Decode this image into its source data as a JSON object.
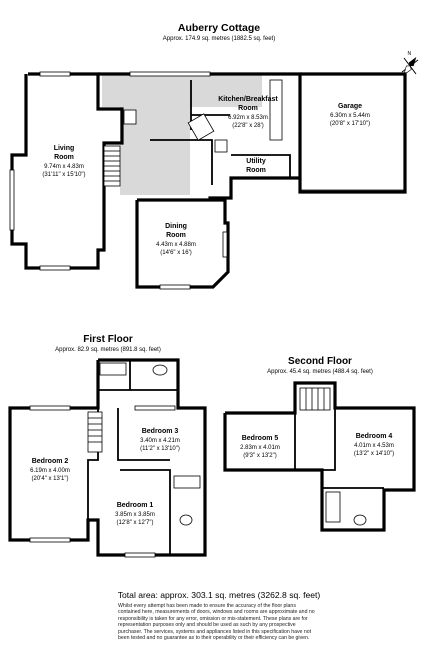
{
  "ground": {
    "title": "Auberry Cottage",
    "area": "Approx. 174.9 sq. metres (1882.5 sq. feet)",
    "rooms": [
      {
        "name": "Living",
        "name2": "Room",
        "metric": "9.74m x 4.83m",
        "imperial": "(31'11\" x 15'10\")"
      },
      {
        "name": "Kitchen/Breakfast",
        "name2": "Room",
        "metric": "6.92m x 8.53m",
        "imperial": "(22'8\" x 28')"
      },
      {
        "name": "Garage",
        "name2": "",
        "metric": "6.30m x 5.44m",
        "imperial": "(20'8\" x 17'10\")"
      },
      {
        "name": "Utility",
        "name2": "Room",
        "metric": "",
        "imperial": ""
      },
      {
        "name": "Dining",
        "name2": "Room",
        "metric": "4.43m x 4.88m",
        "imperial": "(14'6\" x 16')"
      }
    ]
  },
  "first": {
    "title": "First Floor",
    "area": "Approx. 82.9 sq. metres (891.8 sq. feet)",
    "rooms": [
      {
        "name": "Bedroom 2",
        "metric": "6.19m x 4.00m",
        "imperial": "(20'4\" x 13'1\")"
      },
      {
        "name": "Bedroom 3",
        "metric": "3.40m x 4.21m",
        "imperial": "(11'2\" x 13'10\")"
      },
      {
        "name": "Bedroom 1",
        "metric": "3.85m x 3.85m",
        "imperial": "(12'8\" x 12'7\")"
      }
    ]
  },
  "second": {
    "title": "Second Floor",
    "area": "Approx. 45.4 sq. metres (488.4 sq. feet)",
    "rooms": [
      {
        "name": "Bedroom 5",
        "metric": "2.83m x 4.01m",
        "imperial": "(9'3\" x 13'2\")"
      },
      {
        "name": "Bedroom 4",
        "metric": "4.01m x 4.53m",
        "imperial": "(13'2\" x 14'10\")"
      }
    ]
  },
  "total": "Total area: approx. 303.1 sq. metres (3262.8 sq. feet)",
  "disclaimer": "Whilst every attempt has been made to ensure the accuracy of the floor plans contained here, measurements of doors, windows and rooms are approximate and no responsibility is taken for any error, omission or mis-statement. These plans are for representation purposes only and should be used as such by any prospective purchaser. The services, systems and appliances listed in this specification have not been tested and no guarantee as to their operability or their efficiency can be given.",
  "compass_label": "N",
  "icons": {
    "compass": "compass-icon"
  }
}
